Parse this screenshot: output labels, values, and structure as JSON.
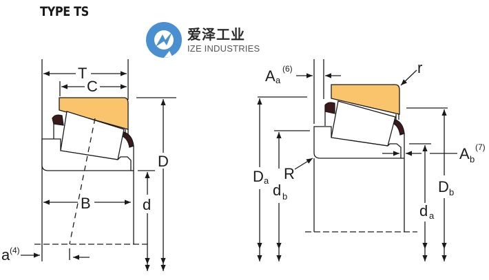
{
  "title": "TYPE TS",
  "logo": {
    "name_cn": "爱泽工业",
    "name_en": "IZE INDUSTRIES",
    "icon": "ize-logo-icon",
    "brand_color": "#4a90d0"
  },
  "colors": {
    "cup": "#f9c46b",
    "line": "#1a1a1a",
    "cage": "#3a1a1a"
  },
  "left_view": {
    "labels": {
      "T": "T",
      "C": "C",
      "D": "D",
      "B": "B",
      "d": "d",
      "a": "a",
      "a_note": "(4)"
    }
  },
  "right_view": {
    "labels": {
      "Aa": "A",
      "Aa_sub": "a",
      "Aa_note": "(6)",
      "r": "r",
      "R": "R",
      "Da": "D",
      "Da_sub": "a",
      "db": "d",
      "db_sub": "b",
      "Ab": "A",
      "Ab_sub": "b",
      "Ab_note": "(7)",
      "Db": "D",
      "Db_sub": "b",
      "da": "d",
      "da_sub": "a"
    }
  }
}
